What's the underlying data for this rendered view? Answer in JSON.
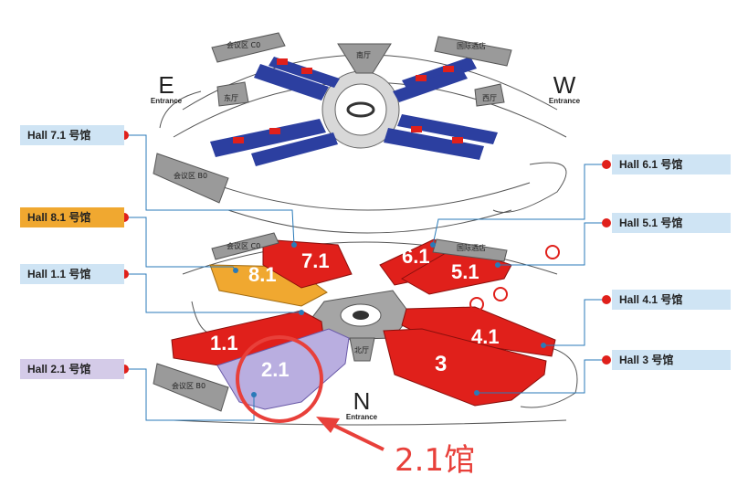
{
  "labels": {
    "hall71": "Hall 7.1 号馆",
    "hall81": "Hall 8.1 号馆",
    "hall11": "Hall 1.1 号馆",
    "hall21": "Hall 2.1 号馆",
    "hall61": "Hall 6.1 号馆",
    "hall51": "Hall 5.1 号馆",
    "hall41": "Hall 4.1 号馆",
    "hall3": "Hall 3 号馆"
  },
  "halls": {
    "h71": "7.1",
    "h81": "8.1",
    "h11": "1.1",
    "h21": "2.1",
    "h61": "6.1",
    "h51": "5.1",
    "h41": "4.1",
    "h3": "3"
  },
  "directions": {
    "e_letter": "E",
    "e_text": "Entrance",
    "w_letter": "W",
    "w_text": "Entrance",
    "n_letter": "N",
    "n_text": "Entrance"
  },
  "buildings": {
    "south_hall": "南厅",
    "east_hall": "东厅",
    "west_hall": "西厅",
    "north_hall": "北厅",
    "intl_hotel_top": "国际酒店",
    "intl_hotel_bottom": "国际酒店",
    "conf_c0_top": "会议区 C0",
    "conf_b0_top": "会议区 B0",
    "conf_c0_bottom": "会议区 C0",
    "conf_b0_bottom": "会议区 B0"
  },
  "callout": "2.1馆",
  "colors": {
    "red_hall": "#e0201b",
    "orange_hall": "#f0a830",
    "purple_hall": "#b9aee0",
    "highlight": "#e8403a",
    "label_blue": "#cfe4f4"
  }
}
